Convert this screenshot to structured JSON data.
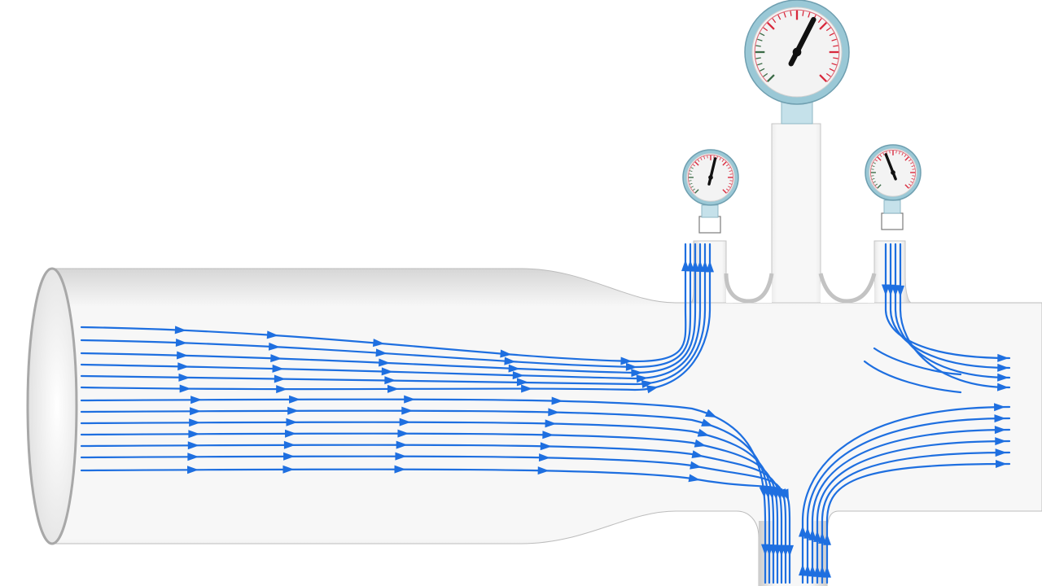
{
  "diagram": {
    "colors": {
      "background": "#ffffff",
      "pipe_fill": "#f7f7f7",
      "pipe_shadow": "#c9c9c9",
      "pipe_outline": "#9a9a9a",
      "flow": "#1e6fe0",
      "gauge_rim": "#9ac8d6",
      "gauge_face": "#f3f3f3",
      "gauge_red": "#d8283c",
      "gauge_green": "#3a6a45",
      "needle": "#111111"
    },
    "components": {
      "pipe": "main-pipe",
      "inlet": "inlet-opening",
      "branches": [
        "left-tap-branch",
        "center-tap-branch",
        "right-tap-branch",
        "bottom-outlet-branch"
      ],
      "gauges": [
        {
          "id": "gauge-left",
          "icon": "pressure-gauge-icon",
          "needle_fraction": 0.55
        },
        {
          "id": "gauge-center",
          "icon": "pressure-gauge-icon",
          "needle_fraction": 0.6
        },
        {
          "id": "gauge-right",
          "icon": "pressure-gauge-icon",
          "needle_fraction": 0.42
        }
      ]
    },
    "flow": {
      "arrow_icon": "flow-arrow-icon",
      "groups": [
        {
          "name": "upper-streamlines-to-left-tap",
          "count": 6
        },
        {
          "name": "lower-streamlines-to-bottom-outlet",
          "count": 7
        },
        {
          "name": "right-tap-to-outlet",
          "count": 4
        },
        {
          "name": "bottom-to-right-outlet",
          "count": 6
        }
      ]
    }
  }
}
